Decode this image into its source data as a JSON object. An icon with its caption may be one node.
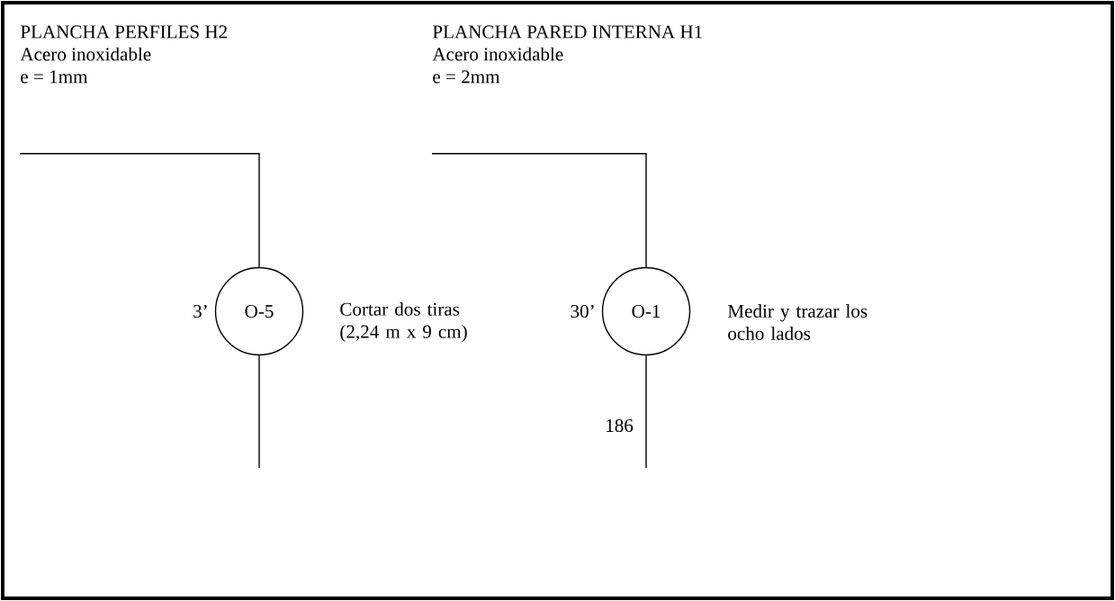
{
  "diagram": {
    "nodes": [
      {
        "text": [
          "PLANCHA PERFILES H2",
          "Acero inoxidable",
          "e = 1mm"
        ]
      },
      {
        "text": [
          "O-5"
        ],
        "beside": [
          "3’",
          "Cortar dos tiras (2,24 m x 9 cm)"
        ]
      },
      {
        "text": [
          "PLANCHA PARED INTERNA H1",
          "Acero inoxidable",
          "e = 2mm"
        ]
      },
      {
        "text": [
          "O-1"
        ],
        "beside": [
          "30’",
          "Medir y trazar los ocho lados"
        ]
      }
    ],
    "edges": [
      {
        "from": 0,
        "to": 1,
        "arrow": "none"
      },
      {
        "from": 1,
        "to": null,
        "arrow": "none"
      },
      {
        "from": 2,
        "to": 3,
        "arrow": "none"
      },
      {
        "from": 3,
        "to": null,
        "arrow": "none"
      }
    ],
    "labels": [
      "186"
    ]
  }
}
